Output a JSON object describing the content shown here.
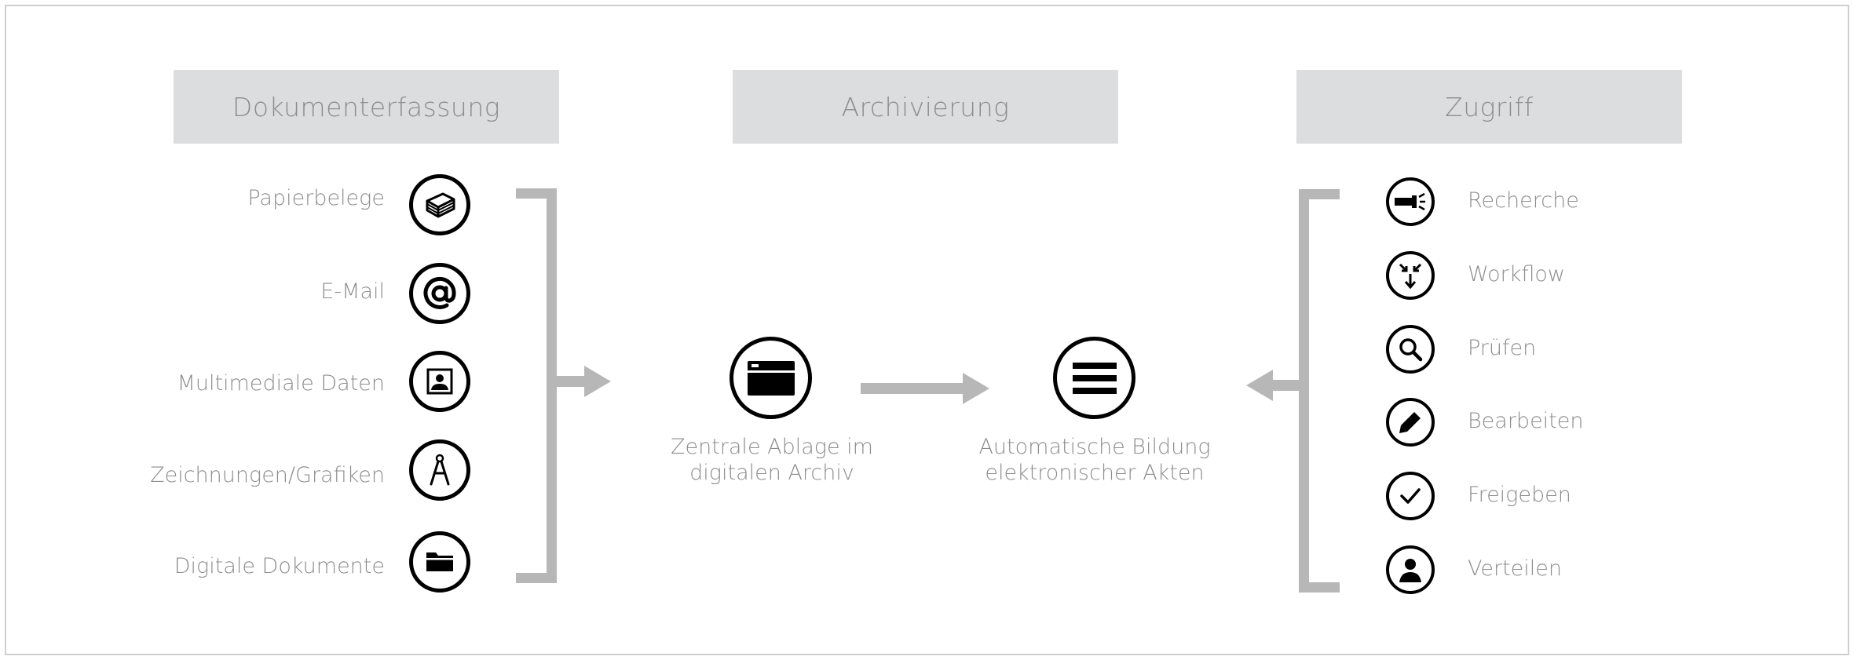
{
  "sections": {
    "capture": "Dokumenterfassung",
    "archive": "Archivierung",
    "access": "Zugriff"
  },
  "capture_items": [
    {
      "label": "Papierbelege",
      "icon": "paper-stack-icon"
    },
    {
      "label": "E-Mail",
      "icon": "at-sign-icon"
    },
    {
      "label": "Multimediale Daten",
      "icon": "picture-icon"
    },
    {
      "label": "Zeichnungen/Grafiken",
      "icon": "compass-icon"
    },
    {
      "label": "Digitale Dokumente",
      "icon": "folder-icon"
    }
  ],
  "archive_steps": [
    {
      "line1": "Zentrale Ablage im",
      "line2": "digitalen Archiv",
      "icon": "window-icon"
    },
    {
      "line1": "Automatische Bildung",
      "line2": "elektronischer Akten",
      "icon": "list-icon"
    }
  ],
  "access_items": [
    {
      "label": "Recherche",
      "icon": "flashlight-icon"
    },
    {
      "label": "Workflow",
      "icon": "workflow-arrows-icon"
    },
    {
      "label": "Prüfen",
      "icon": "magnifier-icon"
    },
    {
      "label": "Bearbeiten",
      "icon": "pencil-icon"
    },
    {
      "label": "Freigeben",
      "icon": "checkmark-icon"
    },
    {
      "label": "Verteilen",
      "icon": "user-icon"
    }
  ],
  "colors": {
    "header_bg": "#dcdddf",
    "connector": "#b7b7b7",
    "text": "#8d8d8d",
    "icon": "#000000"
  }
}
